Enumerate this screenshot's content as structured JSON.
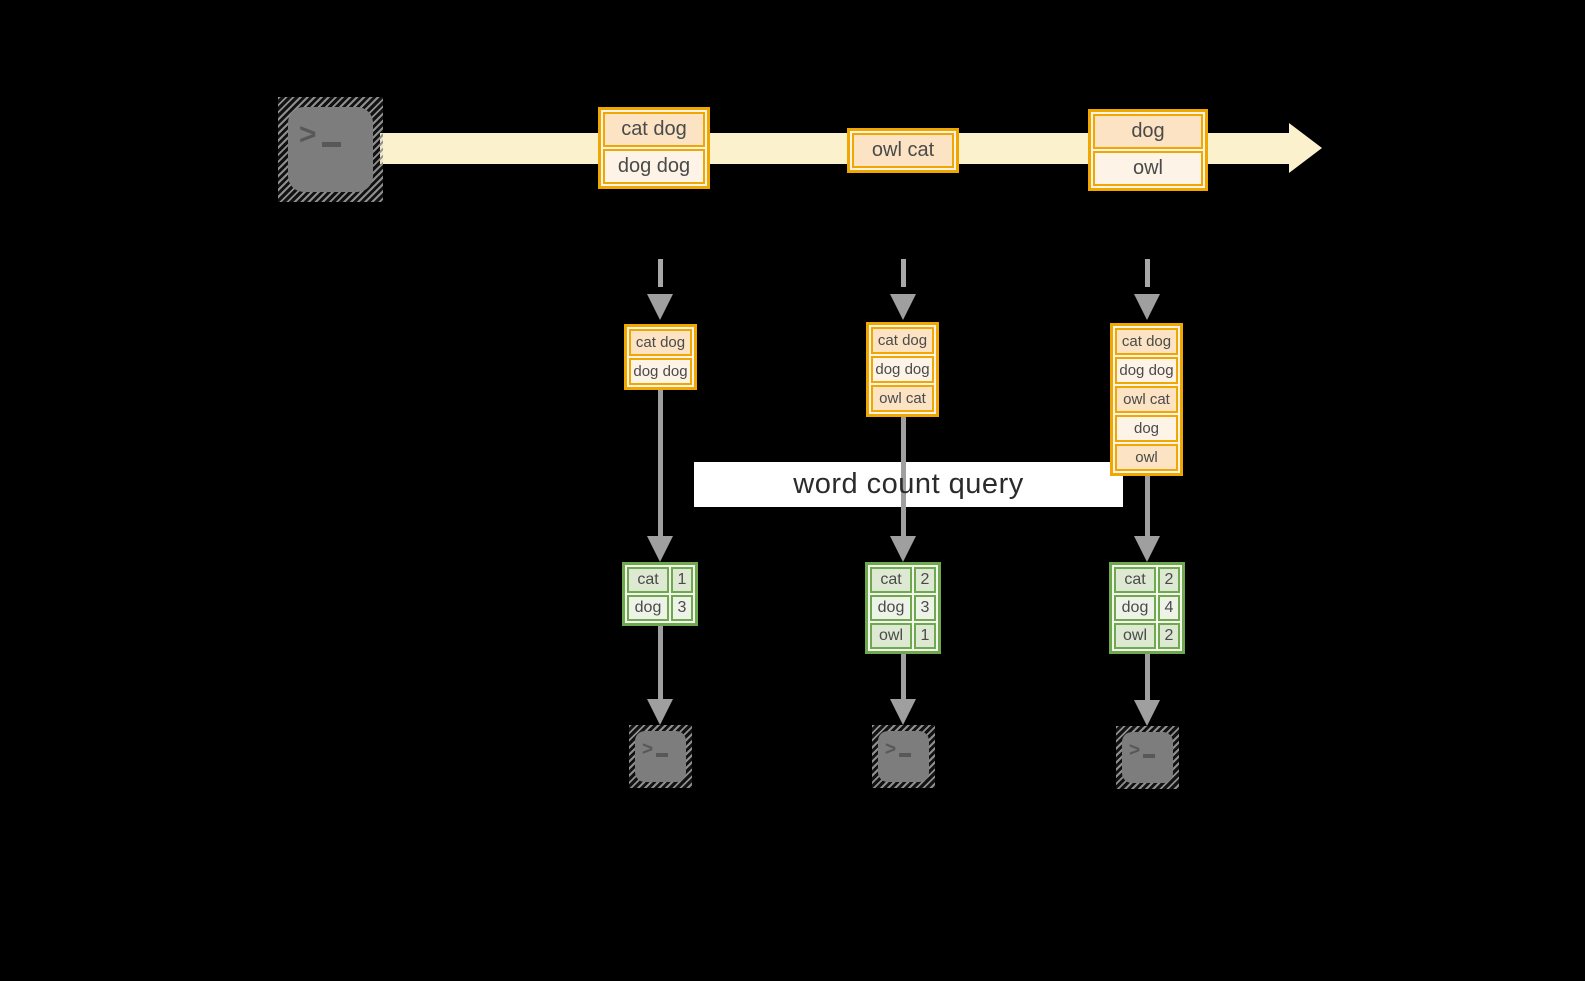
{
  "diagram": {
    "query_label": "word count query",
    "terminal_prompt": {
      "chevron": ">"
    },
    "stream_messages": [
      {
        "cells": [
          "cat dog",
          "dog dog"
        ]
      },
      {
        "cells": [
          "owl cat"
        ]
      },
      {
        "cells": [
          "dog",
          "owl"
        ]
      }
    ],
    "states": [
      {
        "cells": [
          "cat dog",
          "dog dog"
        ]
      },
      {
        "cells": [
          "cat dog",
          "dog dog",
          "owl cat"
        ]
      },
      {
        "cells": [
          "cat dog",
          "dog dog",
          "owl cat",
          "dog",
          "owl"
        ]
      }
    ],
    "count_tables": [
      {
        "rows": [
          {
            "word": "cat",
            "count": "1"
          },
          {
            "word": "dog",
            "count": "3"
          }
        ]
      },
      {
        "rows": [
          {
            "word": "cat",
            "count": "2"
          },
          {
            "word": "dog",
            "count": "3"
          },
          {
            "word": "owl",
            "count": "1"
          }
        ]
      },
      {
        "rows": [
          {
            "word": "cat",
            "count": "2"
          },
          {
            "word": "dog",
            "count": "4"
          },
          {
            "word": "owl",
            "count": "2"
          }
        ]
      }
    ],
    "colors": {
      "stream_fill": "#fbf1cd",
      "record_border": "#f0a800",
      "record_cell_dark": "#fbe3c4",
      "record_cell_light": "#fdf3e6",
      "table_border": "#70a84e",
      "table_row_dark": "#dde9d2",
      "table_row_light": "#eef3e8",
      "arrow_gray": "#9f9f9f",
      "terminal_gray": "#7d7d7d",
      "background": "#000000"
    }
  }
}
